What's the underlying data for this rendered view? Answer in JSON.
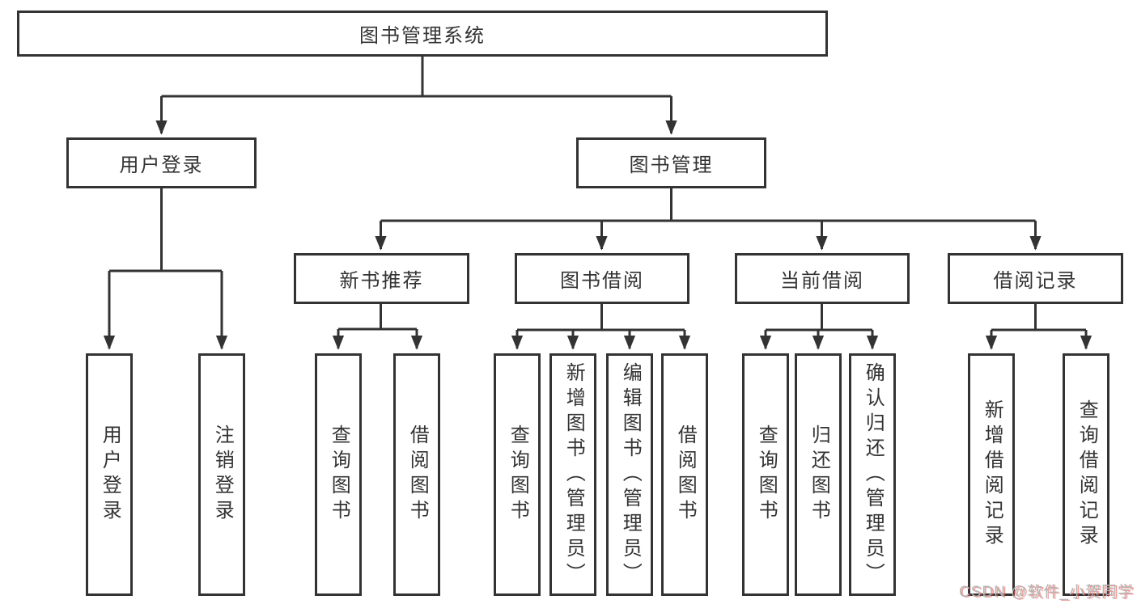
{
  "diagram": {
    "root": {
      "label": "图书管理系统"
    },
    "level2": [
      {
        "label": "用户登录"
      },
      {
        "label": "图书管理"
      }
    ],
    "level3": [
      {
        "label": "新书推荐"
      },
      {
        "label": "图书借阅"
      },
      {
        "label": "当前借阅"
      },
      {
        "label": "借阅记录"
      }
    ],
    "leaves": {
      "user_login": [
        "用户登录",
        "注销登录"
      ],
      "new_book_recommend": [
        "查询图书",
        "借阅图书"
      ],
      "book_borrowing": [
        "查询图书",
        "新增图书（管理员）",
        "编辑图书（管理员）",
        "借阅图书"
      ],
      "current_borrowing": [
        "查询图书",
        "归还图书",
        "确认归还（管理员）"
      ],
      "borrowing_records": [
        "新增借阅记录",
        "查询借阅记录"
      ]
    }
  },
  "watermark": {
    "text": "CSDN @软件_小贺同学"
  },
  "colors": {
    "line": "#333333",
    "text": "#333333",
    "box_background": "#ffffff",
    "watermark_gray": "#b5b5b5",
    "watermark_red": "#e9534b"
  }
}
